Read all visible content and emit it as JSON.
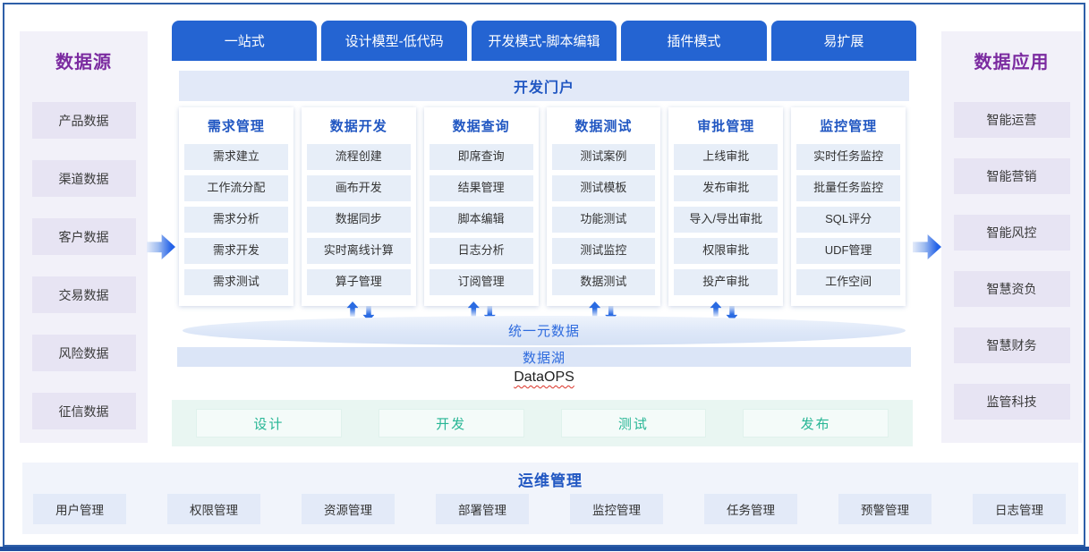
{
  "left_panel": {
    "title": "数据源",
    "items": [
      "产品数据",
      "渠道数据",
      "客户数据",
      "交易数据",
      "风险数据",
      "征信数据"
    ]
  },
  "right_panel": {
    "title": "数据应用",
    "items": [
      "智能运营",
      "智能营销",
      "智能风控",
      "智慧资负",
      "智慧财务",
      "监管科技"
    ]
  },
  "top_tabs": [
    "一站式",
    "设计模型-低代码",
    "开发模式-脚本编辑",
    "插件模式",
    "易扩展"
  ],
  "portal": {
    "title": "开发门户",
    "columns": [
      {
        "title": "需求管理",
        "items": [
          "需求建立",
          "工作流分配",
          "需求分析",
          "需求开发",
          "需求测试"
        ]
      },
      {
        "title": "数据开发",
        "items": [
          "流程创建",
          "画布开发",
          "数据同步",
          "实时离线计算",
          "算子管理"
        ]
      },
      {
        "title": "数据查询",
        "items": [
          "即席查询",
          "结果管理",
          "脚本编辑",
          "日志分析",
          "订阅管理"
        ]
      },
      {
        "title": "数据测试",
        "items": [
          "测试案例",
          "测试模板",
          "功能测试",
          "测试监控",
          "数据测试"
        ]
      },
      {
        "title": "审批管理",
        "items": [
          "上线审批",
          "发布审批",
          "导入/导出审批",
          "权限审批",
          "投产审批"
        ]
      },
      {
        "title": "监控管理",
        "items": [
          "实时任务监控",
          "批量任务监控",
          "SQL评分",
          "UDF管理",
          "工作空间"
        ]
      }
    ]
  },
  "metadata_band": {
    "label": "统一元数据"
  },
  "data_lake": {
    "label": "数据湖"
  },
  "platform_label": "DataOPS",
  "lifecycle": {
    "stages": [
      "设计",
      "开发",
      "测试",
      "发布"
    ]
  },
  "ops": {
    "title": "运维管理",
    "items": [
      "用户管理",
      "权限管理",
      "资源管理",
      "部署管理",
      "监控管理",
      "任务管理",
      "预警管理",
      "日志管理"
    ]
  },
  "icons": {
    "flow_arrow": "right-arrow",
    "sync_up": "up-arrow",
    "sync_down": "down-arrow"
  },
  "colors": {
    "tab_blue": "#2464D2",
    "heading_blue": "#2157C2",
    "band_text_blue": "#2E6BDE",
    "panel_title_purple": "#7B2BA0",
    "stage_teal": "#27B695",
    "module_item_bg": "#E7EEF8",
    "panel_item_bg": "#E7E4F3",
    "panel_bg": "#F2F1F9",
    "portal_bar_bg": "#E2E9F8",
    "lake_bar_bg": "#DBE5F7",
    "stage_strip_bg": "#E9F6F2",
    "ops_bg": "#F1F4FB",
    "frame_blue": "#2E5FA8",
    "bottom_rule_blue": "#1E4F9E",
    "wavy_underline_red": "#D93025"
  }
}
